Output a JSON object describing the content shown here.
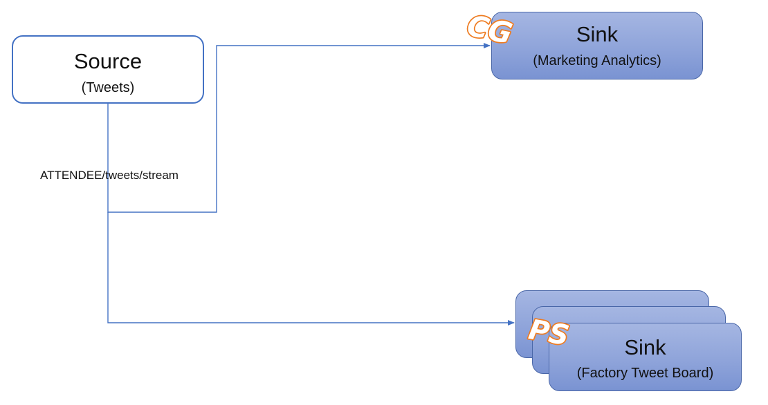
{
  "source": {
    "title": "Source",
    "subtitle": "(Tweets)"
  },
  "edge": {
    "label": "ATTENDEE/tweets/stream"
  },
  "sinks": [
    {
      "title": "Sink",
      "subtitle": "(Marketing Analytics)",
      "badge": "CG"
    },
    {
      "title": "Sink",
      "subtitle": "(Factory Tweet Board)",
      "badge": "PS",
      "stacked": true
    }
  ],
  "colors": {
    "connector": "#4472c4",
    "source_border": "#4472c4",
    "sink_fill": "#8fa4da",
    "sink_border": "#4a67a8",
    "badge_orange": "#ee7c22"
  }
}
